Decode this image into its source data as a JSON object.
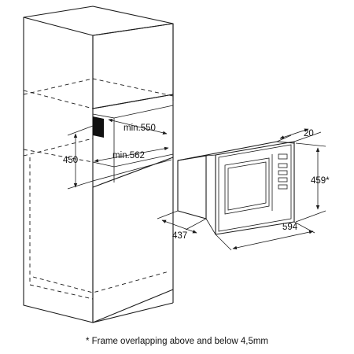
{
  "dimensions": {
    "cavity_width": "min.550",
    "cavity_depth": "min.562",
    "cavity_height": "450",
    "frame_thickness": "20",
    "frame_height": "459*",
    "frame_width": "594",
    "appliance_depth": "437"
  },
  "footnote": "* Frame overlapping above and below 4,5mm",
  "colors": {
    "line": "#1a1a1a",
    "background": "#ffffff",
    "vent_block": "#111111"
  }
}
